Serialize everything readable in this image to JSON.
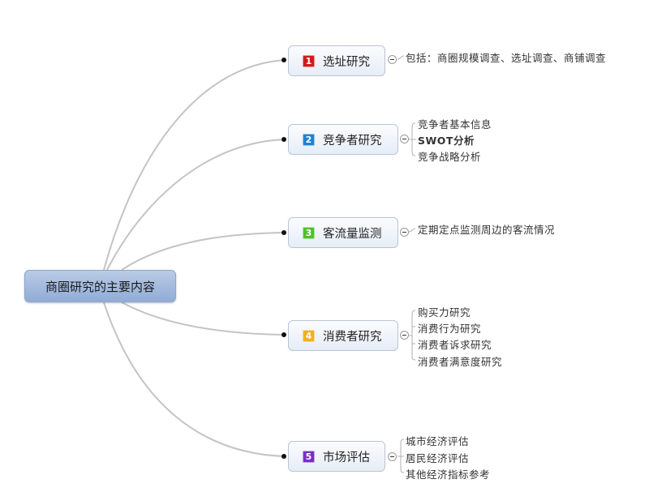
{
  "root": {
    "label": "商圈研究的主要内容"
  },
  "topics": [
    {
      "number": "1",
      "label": "选址研究",
      "badge_color": "#d21a1a",
      "children": [
        "包括：商圈规模调查、选址调查、商铺调查"
      ]
    },
    {
      "number": "2",
      "label": "竞争者研究",
      "badge_color": "#1e82d2",
      "children": [
        "竞争者基本信息",
        "SWOT分析",
        "竞争战略分析"
      ]
    },
    {
      "number": "3",
      "label": "客流量监测",
      "badge_color": "#4fc02a",
      "children": [
        "定期定点监测周边的客流情况"
      ]
    },
    {
      "number": "4",
      "label": "消费者研究",
      "badge_color": "#f0b020",
      "children": [
        "购买力研究",
        "消费行为研究",
        "消费者诉求研究",
        "消费者满意度研究"
      ]
    },
    {
      "number": "5",
      "label": "市场评估",
      "badge_color": "#7a2fc0",
      "children": [
        "城市经济评估",
        "居民经济评估",
        "其他经济指标参考"
      ]
    }
  ],
  "colors": {
    "connector": "#c4c4c4",
    "root_fill": "#a6bde0",
    "topic_border": "#b9c5d6"
  }
}
